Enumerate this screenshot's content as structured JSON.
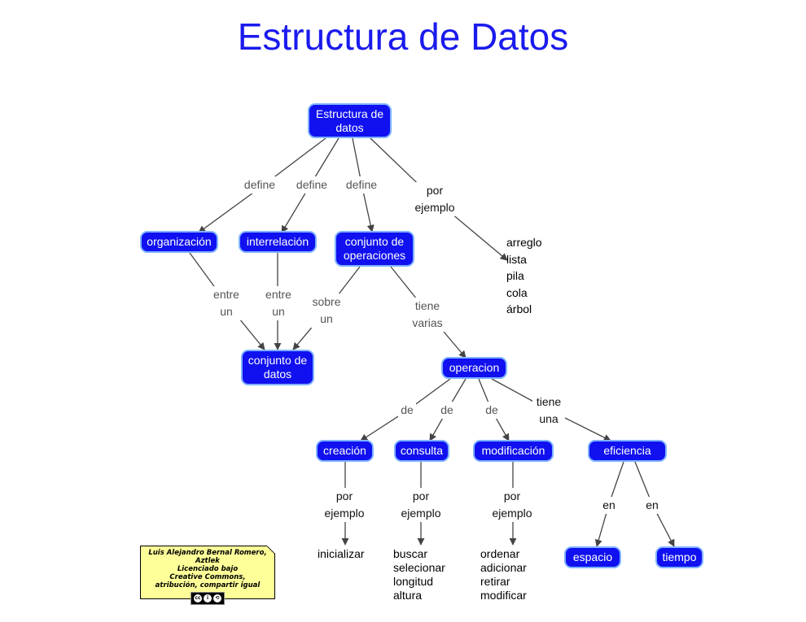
{
  "title": "Estructura de Datos",
  "nodes": {
    "estructura": "Estructura de\ndatos",
    "organizacion": "organización",
    "interrelacion": "interrelación",
    "conjunto_operaciones": "conjunto de\noperaciones",
    "conjunto_datos": "conjunto de\ndatos",
    "operacion": "operacion",
    "creacion": "creación",
    "consulta": "consulta",
    "modificacion": "modificación",
    "eficiencia": "eficiencia",
    "espacio": "espacio",
    "tiempo": "tiempo"
  },
  "link_labels": {
    "define_1": "define",
    "define_2": "define",
    "define_3": "define",
    "por_ejemplo_top": "por\nejemplo",
    "entre_un_1": "entre\nun",
    "entre_un_2": "entre\nun",
    "sobre_un": "sobre\nun",
    "tiene_varias": "tiene\nvarias",
    "de_1": "de",
    "de_2": "de",
    "de_3": "de",
    "tiene_una": "tiene\nuna",
    "por_ejemplo_1": "por\nejemplo",
    "por_ejemplo_2": "por\nejemplo",
    "por_ejemplo_3": "por\nejemplo",
    "en_1": "en",
    "en_2": "en"
  },
  "text_leaves": {
    "ejemplos_estructuras": "arreglo\nlista\npila\ncola\nárbol",
    "ejemplo_creacion": "inicializar",
    "ejemplos_consulta": "buscar\nselecionar\nlongitud\naltura",
    "ejemplos_modificacion": "ordenar\nadicionar\nretirar\nmodificar"
  },
  "license": {
    "line1": "Luis Alejandro Bernal Romero, Aztlek",
    "line2": "Licenciado bajo",
    "line3": "Creative Commons,",
    "line4": "atribución, compartir igual",
    "badge_icons": [
      "cc",
      "by",
      "sa"
    ]
  },
  "colors": {
    "title": "#1a1aee",
    "node_fill": "#1010f0",
    "node_border": "#7fb2ff",
    "node_text": "#ffffff",
    "link": "#444444",
    "license_bg": "#ffff99"
  }
}
